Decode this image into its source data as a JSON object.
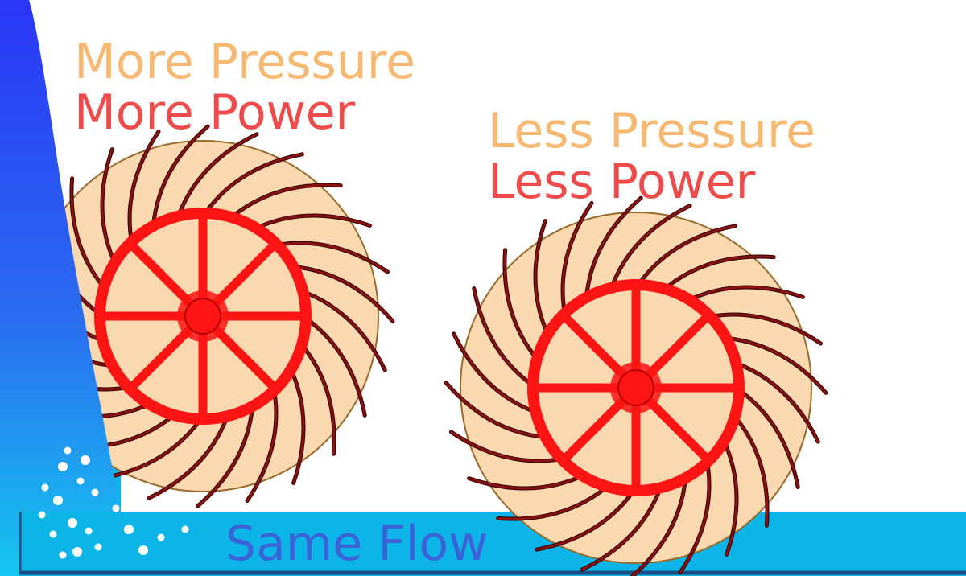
{
  "labels": {
    "left_pressure": "More Pressure",
    "left_power": "More Power",
    "right_pressure": "Less Pressure",
    "right_power": "Less Power",
    "flow": "Same Flow"
  },
  "wheels": {
    "left": {
      "spokes": 8,
      "blades": 24
    },
    "right": {
      "spokes": 8,
      "blades": 24
    }
  },
  "colors": {
    "pressure_text": "#f7b871",
    "power_text": "#ef4b4b",
    "flow_text": "#3a63d8",
    "wheel_disc": "#fad9b0",
    "wheel_outline": "#9a6a2a",
    "wheel_frame": "#ff1414",
    "blade": "#8e1212",
    "water_top": "#2a3cf5",
    "water_bottom": "#14c5f0",
    "channel": "#10b3e6",
    "channel_edge": "#1a4f86"
  }
}
